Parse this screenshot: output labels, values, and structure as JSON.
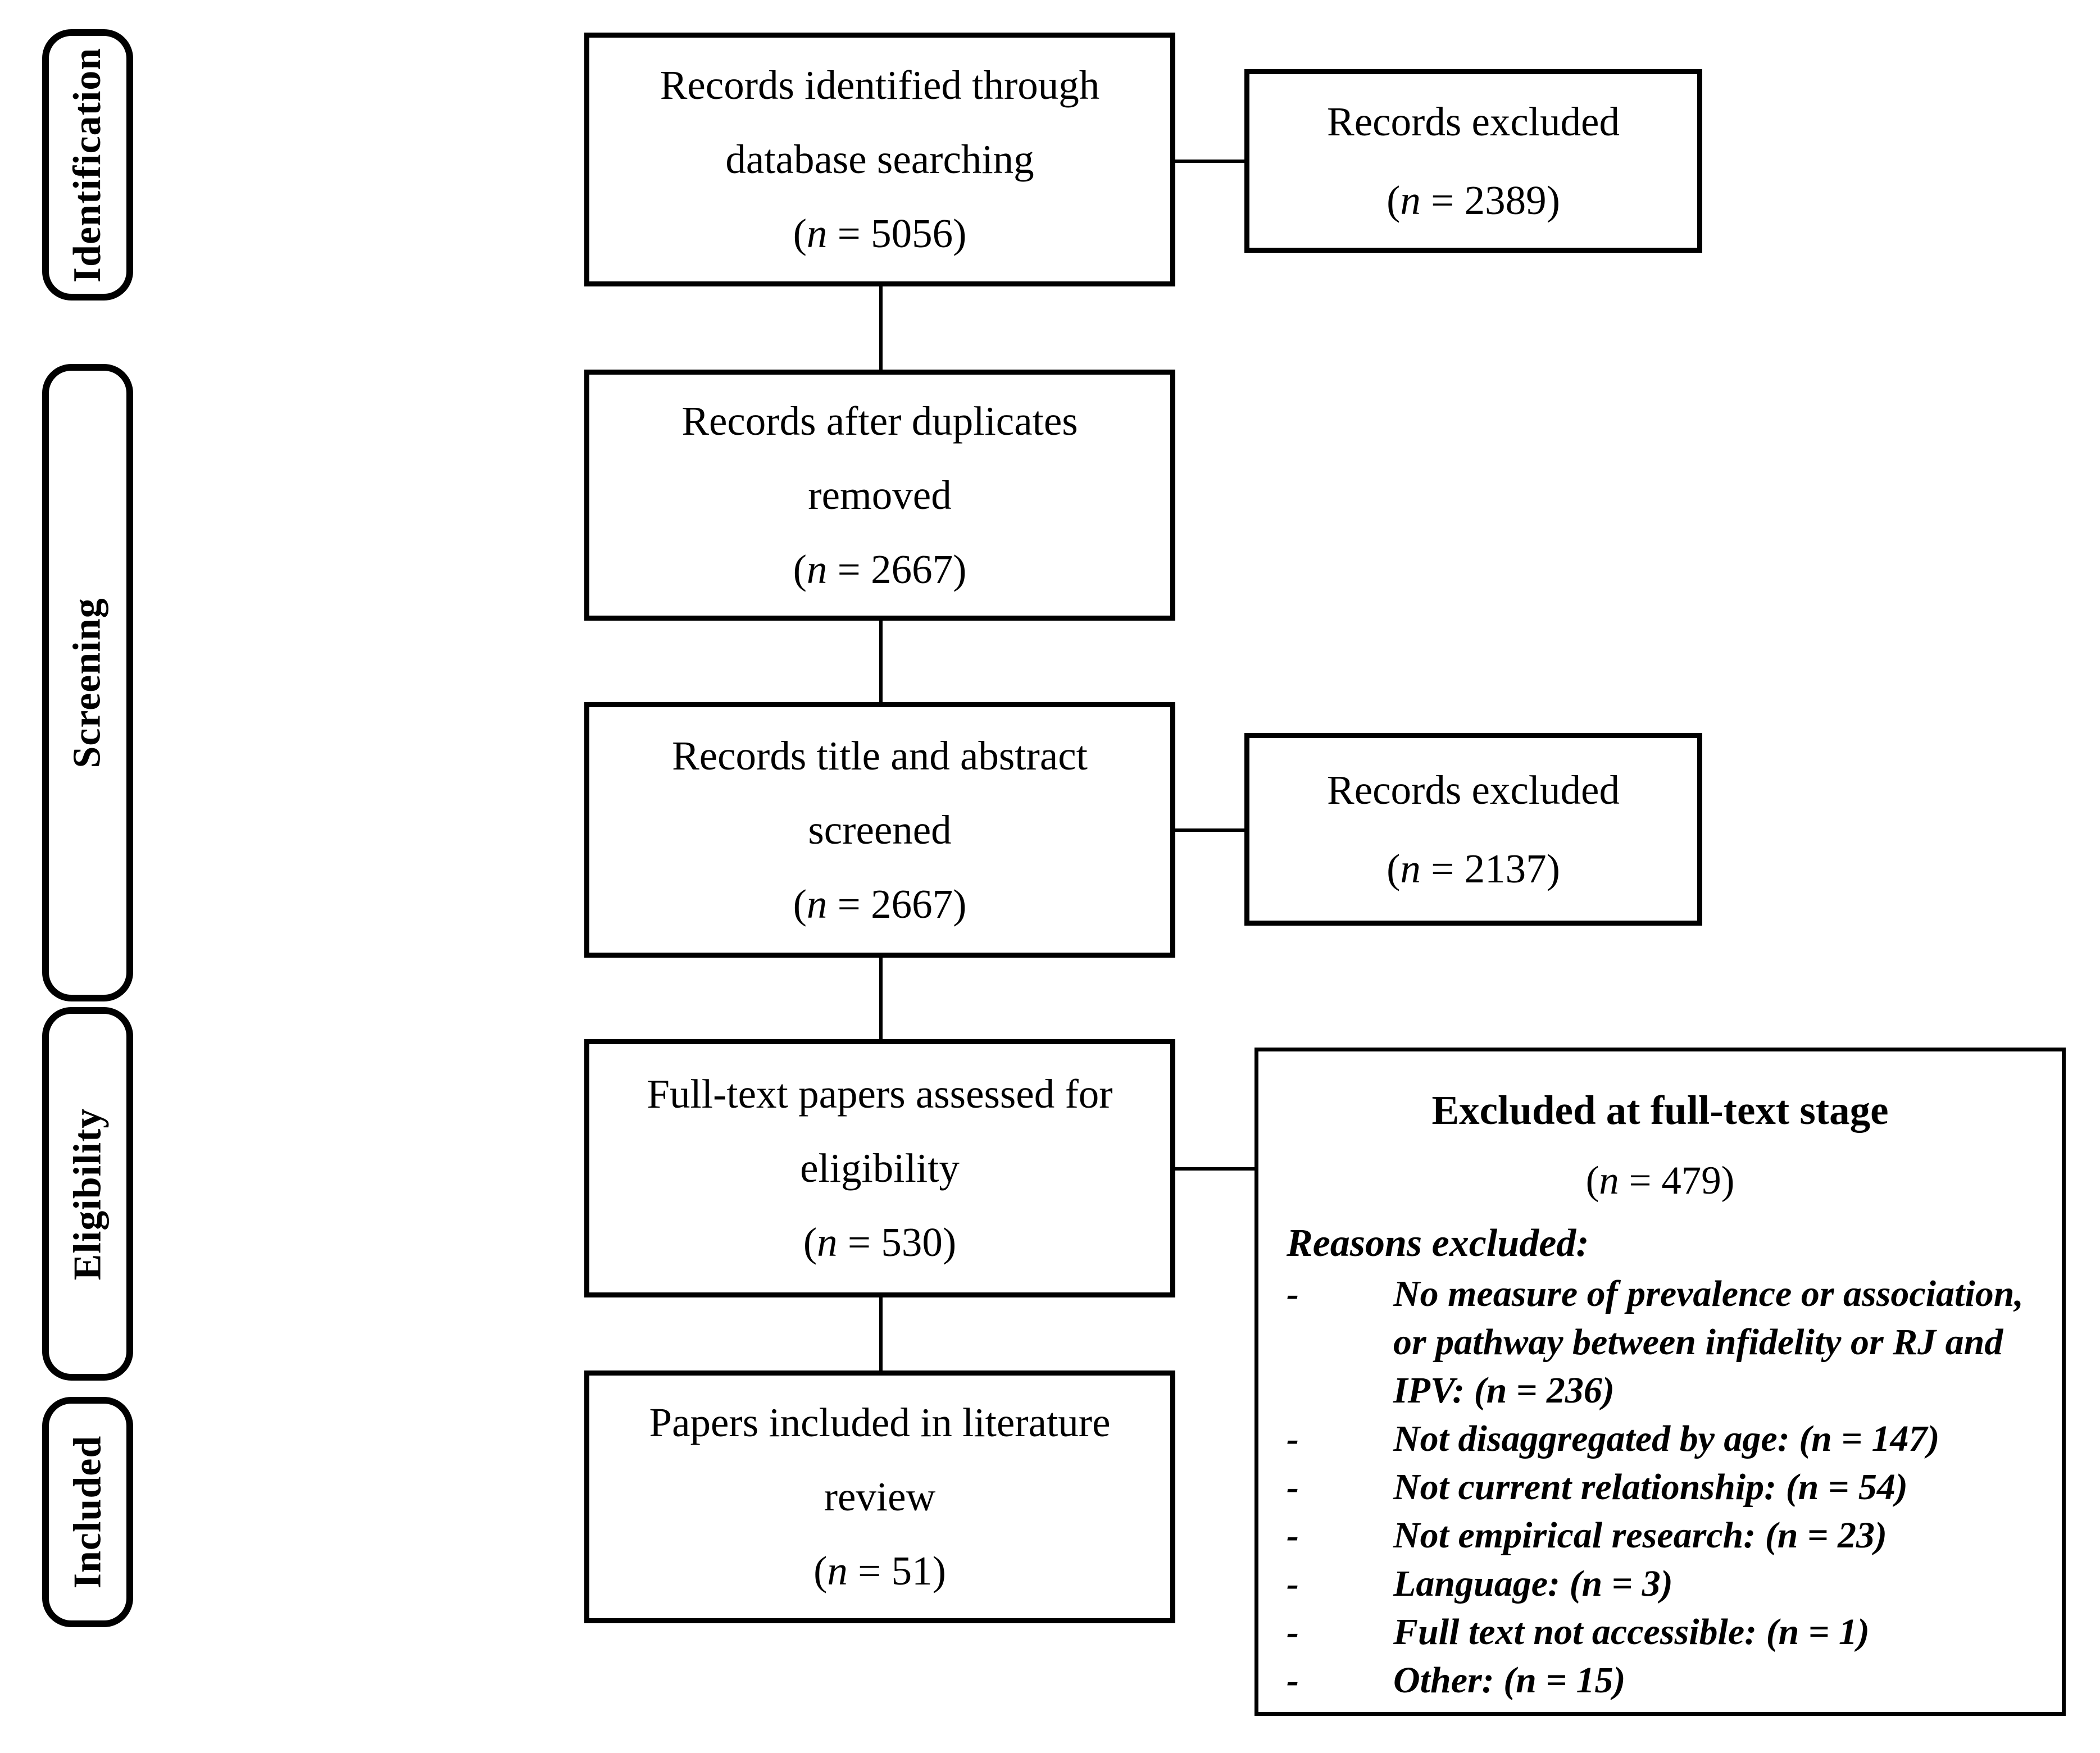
{
  "diagram": {
    "stages": [
      {
        "label": "Identification"
      },
      {
        "label": "Screening"
      },
      {
        "label": "Eligibility"
      },
      {
        "label": "Included"
      }
    ],
    "flow_boxes": [
      {
        "line1": "Records identified through",
        "line2": "database searching",
        "count": "(n = 5056)"
      },
      {
        "line1": "Records after duplicates",
        "line2": "removed",
        "count": "(n = 2667)"
      },
      {
        "line1": "Records title and abstract",
        "line2": "screened",
        "count": "(n = 2667)"
      },
      {
        "line1": "Full-text papers assessed for",
        "line2": "eligibility",
        "count": "(n = 530)"
      },
      {
        "line1": "Papers included in literature",
        "line2": "review",
        "count": "(n = 51)"
      }
    ],
    "side_boxes": [
      {
        "line1": "Records excluded",
        "count": "(n = 2389)"
      },
      {
        "line1": "Records excluded",
        "count": "(n = 2137)"
      }
    ],
    "exclusion_box": {
      "title": "Excluded at full-text stage",
      "count": "(n = 479)",
      "reasons_label": "Reasons excluded:",
      "bullet": "-",
      "reasons": [
        "No measure of prevalence or association, or pathway between infidelity or RJ and IPV: (n = 236)",
        "Not disaggregated by age: (n = 147)",
        "Not current relationship: (n = 54)",
        "Not empirical research: (n = 23)",
        "Language: (n = 3)",
        "Full text not accessible: (n = 1)",
        "Other: (n = 15)"
      ]
    },
    "colors": {
      "ink": "#000000",
      "paper": "#ffffff"
    }
  }
}
